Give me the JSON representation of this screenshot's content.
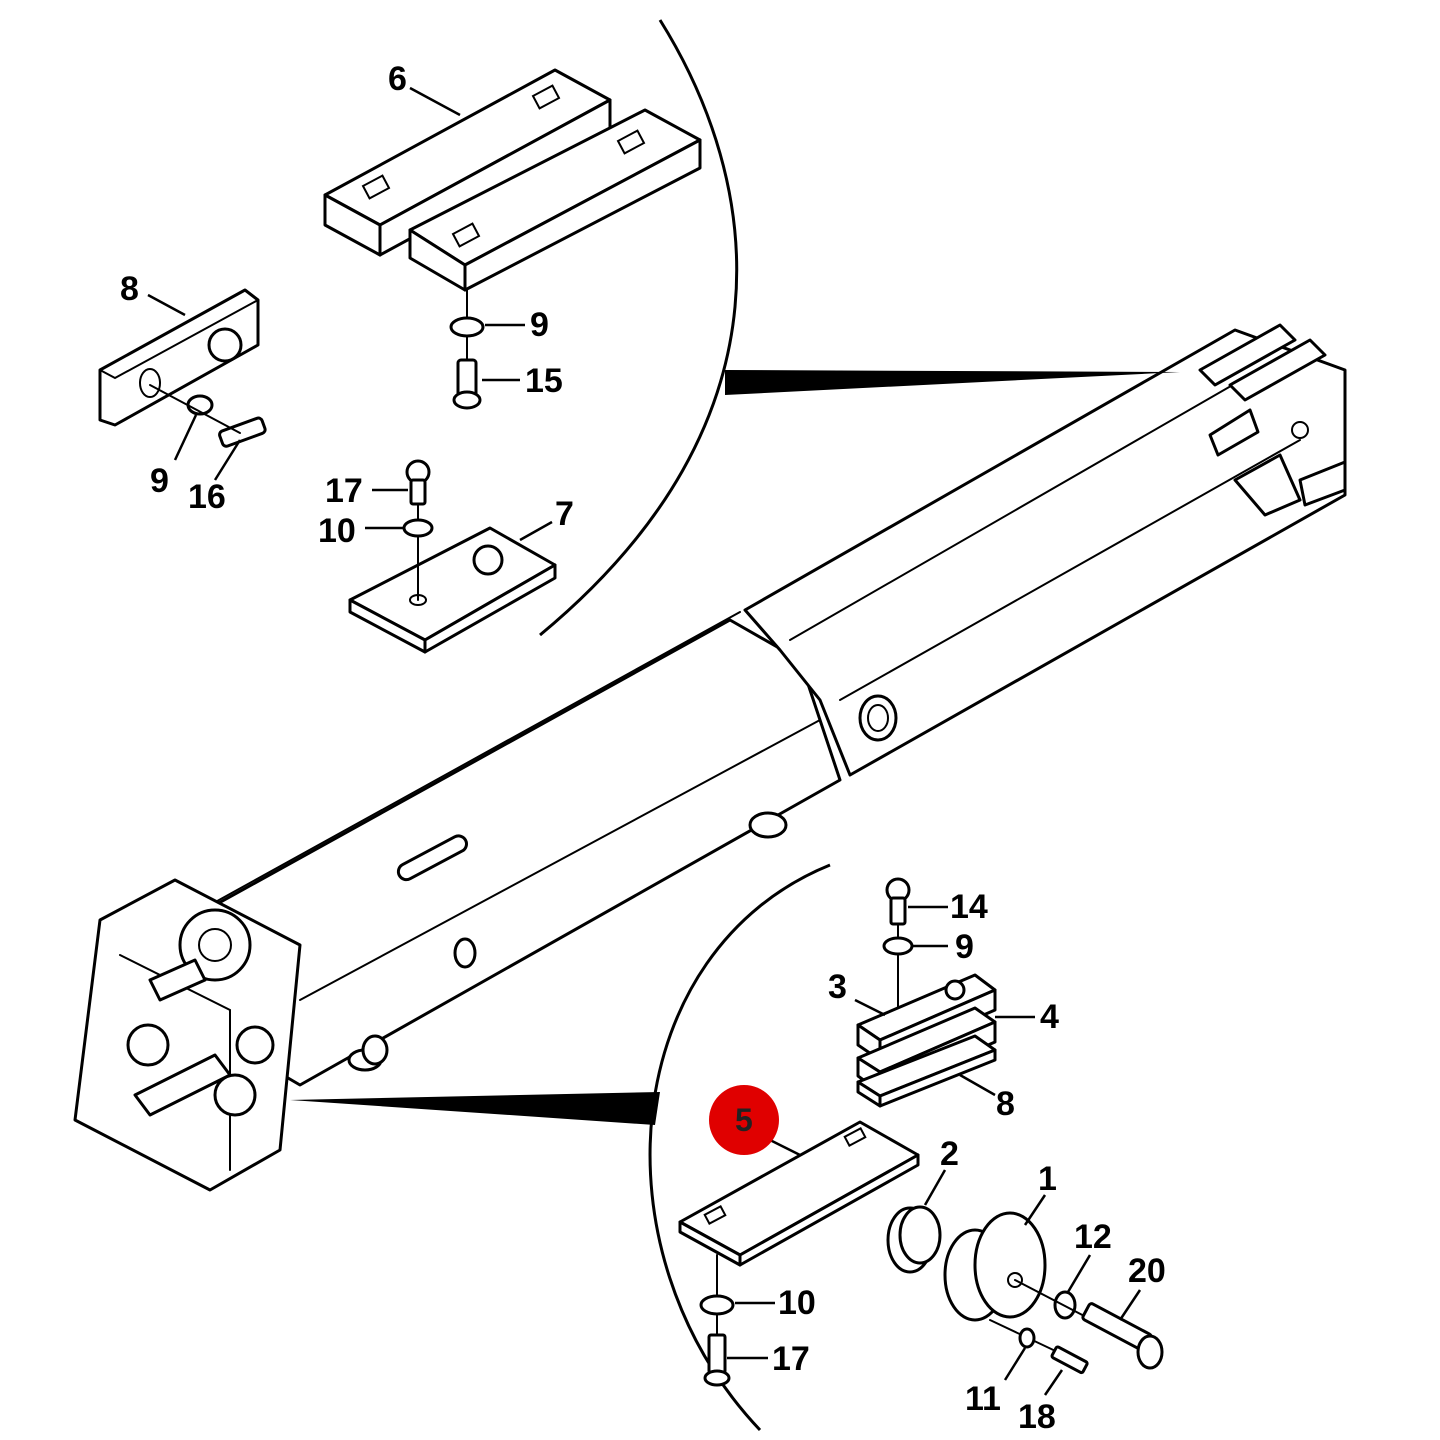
{
  "colors": {
    "line": "#000000",
    "background": "#ffffff",
    "highlight": "#e00000"
  },
  "highlighted_part": "5",
  "callouts": [
    {
      "id": "c-6",
      "label": "6"
    },
    {
      "id": "c-9a",
      "label": "9"
    },
    {
      "id": "c-15",
      "label": "15"
    },
    {
      "id": "c-8a",
      "label": "8"
    },
    {
      "id": "c-9b",
      "label": "9"
    },
    {
      "id": "c-16",
      "label": "16"
    },
    {
      "id": "c-17a",
      "label": "17"
    },
    {
      "id": "c-10a",
      "label": "10"
    },
    {
      "id": "c-7",
      "label": "7"
    },
    {
      "id": "c-14",
      "label": "14"
    },
    {
      "id": "c-9c",
      "label": "9"
    },
    {
      "id": "c-3",
      "label": "3"
    },
    {
      "id": "c-4",
      "label": "4"
    },
    {
      "id": "c-8b",
      "label": "8"
    },
    {
      "id": "c-5",
      "label": "5"
    },
    {
      "id": "c-2",
      "label": "2"
    },
    {
      "id": "c-1",
      "label": "1"
    },
    {
      "id": "c-12",
      "label": "12"
    },
    {
      "id": "c-20",
      "label": "20"
    },
    {
      "id": "c-10b",
      "label": "10"
    },
    {
      "id": "c-17b",
      "label": "17"
    },
    {
      "id": "c-11",
      "label": "11"
    },
    {
      "id": "c-18",
      "label": "18"
    }
  ]
}
